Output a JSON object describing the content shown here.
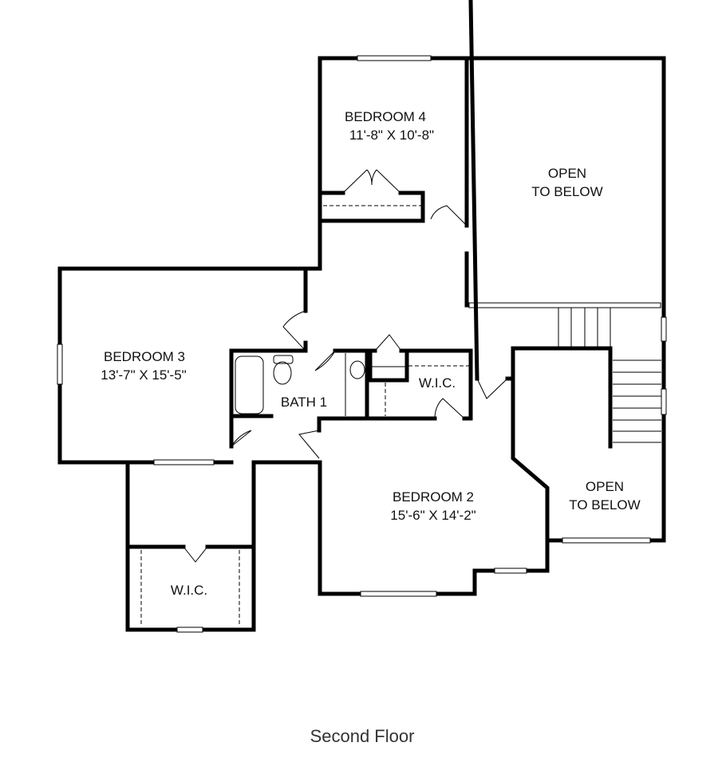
{
  "rooms": {
    "bedroom4": {
      "name": "BEDROOM 4",
      "size": "11'-8\" X 10'-8\""
    },
    "open1": {
      "line1": "OPEN",
      "line2": "TO BELOW"
    },
    "bedroom3": {
      "name": "BEDROOM 3",
      "size": "13'-7\" X 15'-5\""
    },
    "bath1": {
      "name": "BATH 1"
    },
    "wic1": {
      "name": "W.I.C."
    },
    "bedroom2": {
      "name": "BEDROOM 2",
      "size": "15'-6\" X 14'-2\""
    },
    "open2": {
      "line1": "OPEN",
      "line2": "TO BELOW"
    },
    "wic2": {
      "name": "W.I.C."
    }
  },
  "caption": "Second Floor"
}
